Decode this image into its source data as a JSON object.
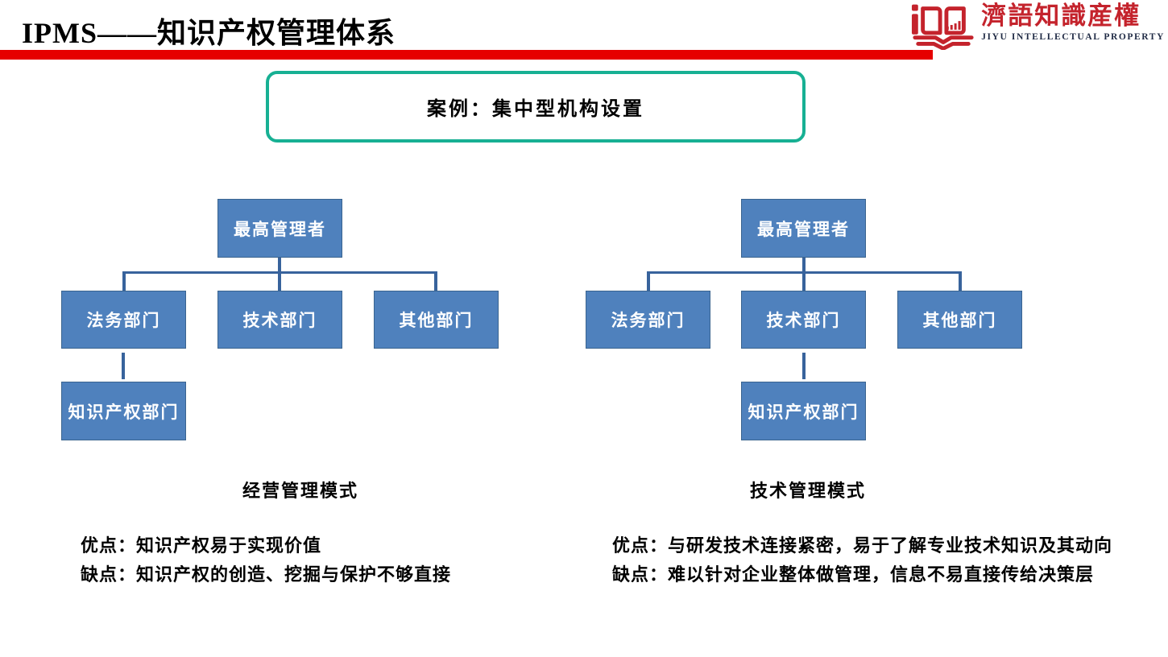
{
  "header": {
    "title": "IPMS——知识产权管理体系",
    "logo": {
      "name": "濟語知識産權",
      "subtitle": "JIYU INTELLECTUAL PROPERTY"
    }
  },
  "case_banner": {
    "text": "案例：集中型机构设置"
  },
  "charts": [
    {
      "caption": "经营管理模式",
      "root": "最高管理者",
      "children": [
        "法务部门",
        "技术部门",
        "其他部门"
      ],
      "ip_box": "知识产权部门",
      "ip_parent": "法务部门",
      "pros": "优点：知识产权易于实现价值",
      "cons": "缺点：知识产权的创造、挖掘与保护不够直接"
    },
    {
      "caption": "技术管理模式",
      "root": "最高管理者",
      "children": [
        "法务部门",
        "技术部门",
        "其他部门"
      ],
      "ip_box": "知识产权部门",
      "ip_parent": "技术部门",
      "pros": "优点：与研发技术连接紧密，易于了解专业技术知识及其动向",
      "cons": "缺点：难以针对企业整体做管理，信息不易直接传给决策层"
    }
  ],
  "colors": {
    "accent_red": "#e60000",
    "logo_red": "#c4232c",
    "logo_navy": "#1f2a44",
    "teal_border": "#17b093",
    "box_blue": "#4f81bd",
    "box_border": "#3a648f",
    "connector_blue": "#38639c"
  }
}
